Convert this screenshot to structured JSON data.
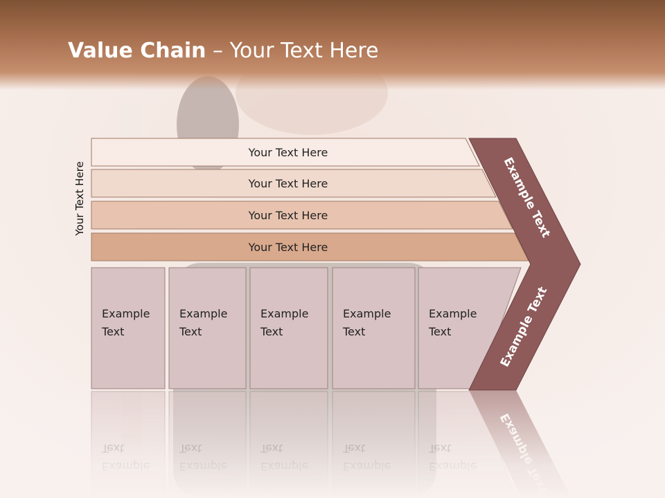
{
  "title": {
    "bold": "Value Chain",
    "rest": " – Your Text Here"
  },
  "side_label": "Your Text Here",
  "rows": [
    {
      "label": "Your Text Here",
      "color": "#f9ebe5"
    },
    {
      "label": "Your Text Here",
      "color": "#f0d9cd"
    },
    {
      "label": "Your Text Here",
      "color": "#e8c4b0"
    },
    {
      "label": "Your Text Here",
      "color": "#d9a98d"
    }
  ],
  "columns": [
    {
      "line1": "Example",
      "line2": "Text"
    },
    {
      "line1": "Example",
      "line2": "Text"
    },
    {
      "line1": "Example",
      "line2": "Text"
    },
    {
      "line1": "Example",
      "line2": "Text"
    },
    {
      "line1": "Example",
      "line2": "Text"
    }
  ],
  "chevron": {
    "upper": "Example Text",
    "lower": "Example Text",
    "color": "#8e5a5a"
  },
  "colors": {
    "column_fill": "#d8c2c3",
    "column_stroke": "#9b8080"
  }
}
